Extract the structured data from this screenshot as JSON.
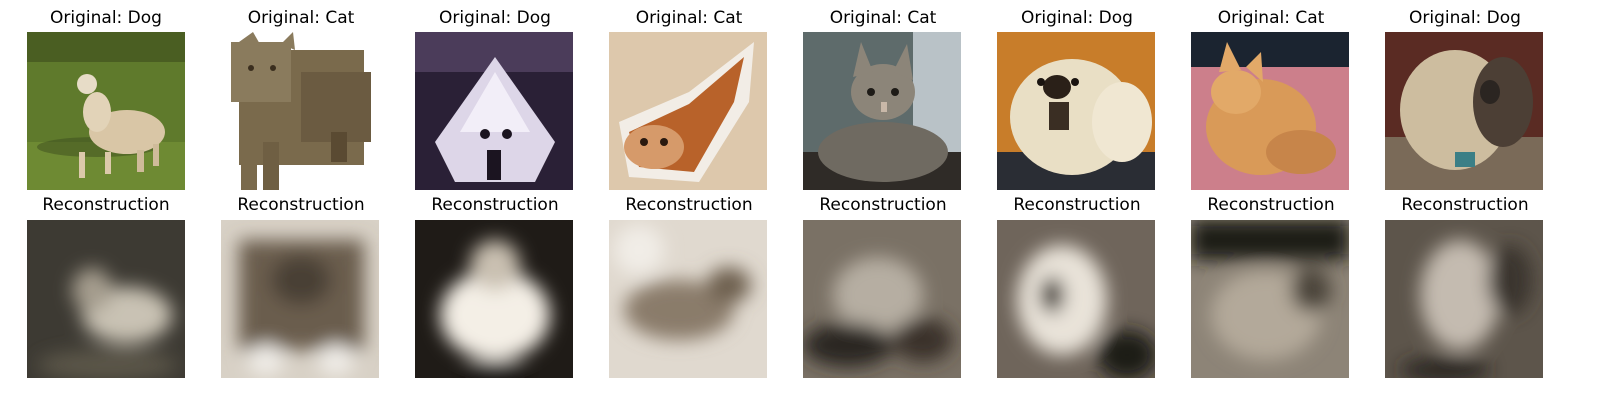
{
  "figure": {
    "original_titles": [
      "Original: Dog",
      "Original: Cat",
      "Original: Dog",
      "Original: Cat",
      "Original: Cat",
      "Original: Dog",
      "Original: Cat",
      "Original: Dog"
    ],
    "reconstruction_titles": [
      "Reconstruction",
      "Reconstruction",
      "Reconstruction",
      "Reconstruction",
      "Reconstruction",
      "Reconstruction",
      "Reconstruction",
      "Reconstruction"
    ]
  }
}
